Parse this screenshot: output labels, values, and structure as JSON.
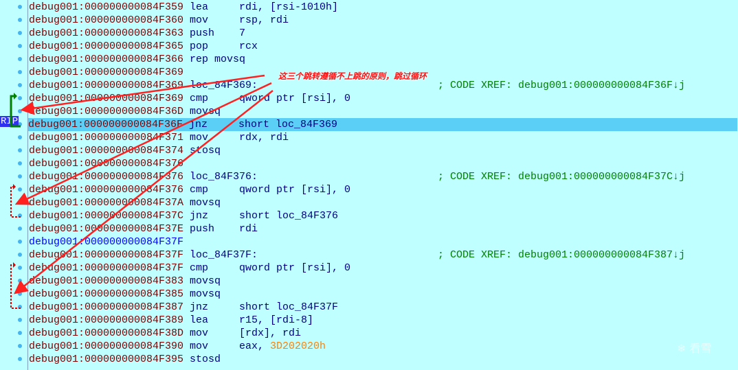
{
  "rip_label": "RIP",
  "annotation": "这三个跳转遵循不上跳的原则，跳过循环",
  "watermark": "❄ 看雪",
  "highlight_index": 9,
  "colors": {
    "background": "#c0ffff",
    "address": "#800000",
    "highlight": "#5ccff7",
    "arrow": "#ff2020"
  },
  "lines": [
    {
      "addr": "debug001:000000000084F359",
      "mn": "lea",
      "op": "rdi, [rsi-1010h]"
    },
    {
      "addr": "debug001:000000000084F360",
      "mn": "mov",
      "op": "rsp, rdi"
    },
    {
      "addr": "debug001:000000000084F363",
      "mn": "push",
      "op": "7"
    },
    {
      "addr": "debug001:000000000084F365",
      "mn": "pop",
      "op": "rcx"
    },
    {
      "addr": "debug001:000000000084F366",
      "mn": "rep movsq",
      "op": ""
    },
    {
      "addr": "debug001:000000000084F369",
      "mn": "",
      "op": ""
    },
    {
      "addr": "debug001:000000000084F369",
      "mn": "loc_84F369:",
      "op": "",
      "cm": "; CODE XREF: debug001:000000000084F36F↓j"
    },
    {
      "addr": "debug001:000000000084F369",
      "mn": "cmp",
      "op": "qword ptr [rsi], 0"
    },
    {
      "addr": "debug001:000000000084F36D",
      "mn": "movsq",
      "op": ""
    },
    {
      "addr": "debug001:000000000084F36F",
      "mn": "jnz",
      "op": "short loc_84F369"
    },
    {
      "addr": "debug001:000000000084F371",
      "mn": "mov",
      "op": "rdx, rdi"
    },
    {
      "addr": "debug001:000000000084F374",
      "mn": "stosq",
      "op": ""
    },
    {
      "addr": "debug001:000000000084F376",
      "mn": "",
      "op": ""
    },
    {
      "addr": "debug001:000000000084F376",
      "mn": "loc_84F376:",
      "op": "",
      "cm": "; CODE XREF: debug001:000000000084F37C↓j"
    },
    {
      "addr": "debug001:000000000084F376",
      "mn": "cmp",
      "op": "qword ptr [rsi], 0"
    },
    {
      "addr": "debug001:000000000084F37A",
      "mn": "movsq",
      "op": ""
    },
    {
      "addr": "debug001:000000000084F37C",
      "mn": "jnz",
      "op": "short loc_84F376"
    },
    {
      "addr": "debug001:000000000084F37E",
      "mn": "push",
      "op": "rdi"
    },
    {
      "addr": "debug001:000000000084F37F",
      "mn": "",
      "op": "",
      "blue": true
    },
    {
      "addr": "debug001:000000000084F37F",
      "mn": "loc_84F37F:",
      "op": "",
      "cm": "; CODE XREF: debug001:000000000084F387↓j"
    },
    {
      "addr": "debug001:000000000084F37F",
      "mn": "cmp",
      "op": "qword ptr [rsi], 0"
    },
    {
      "addr": "debug001:000000000084F383",
      "mn": "movsq",
      "op": ""
    },
    {
      "addr": "debug001:000000000084F385",
      "mn": "movsq",
      "op": ""
    },
    {
      "addr": "debug001:000000000084F387",
      "mn": "jnz",
      "op": "short loc_84F37F"
    },
    {
      "addr": "debug001:000000000084F389",
      "mn": "lea",
      "op": "r15, [rdi-8]"
    },
    {
      "addr": "debug001:000000000084F38D",
      "mn": "mov",
      "op": "[rdx], rdi"
    },
    {
      "addr": "debug001:000000000084F390",
      "mn": "mov",
      "op": "eax, 3D202020h",
      "imm": true
    },
    {
      "addr": "debug001:000000000084F395",
      "mn": "stosd",
      "op": ""
    }
  ]
}
